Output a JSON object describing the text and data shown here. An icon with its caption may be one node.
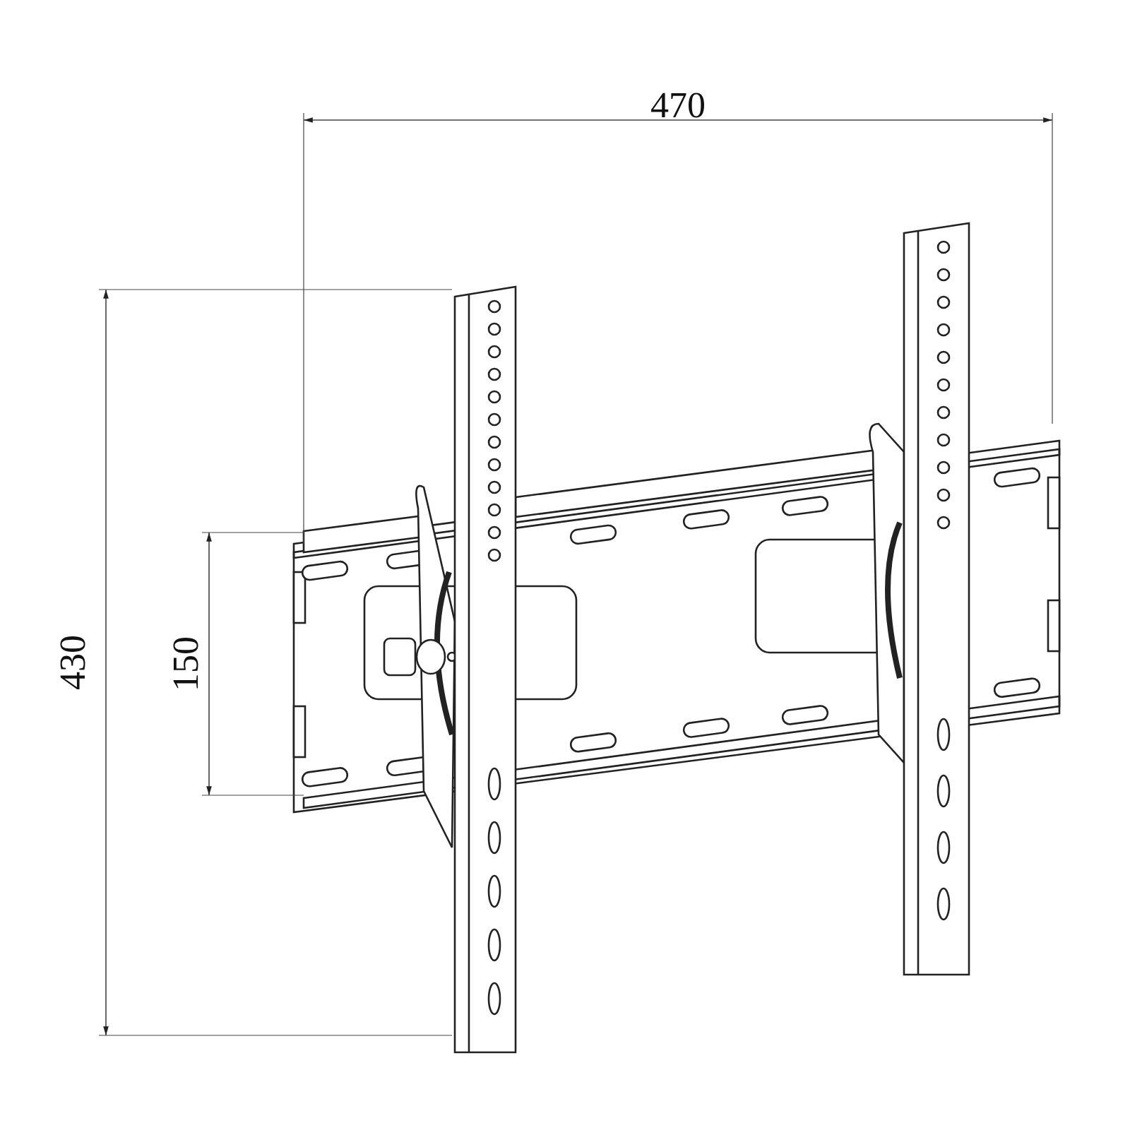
{
  "diagram": {
    "labels": [
      "470",
      "430",
      "150"
    ]
  }
}
